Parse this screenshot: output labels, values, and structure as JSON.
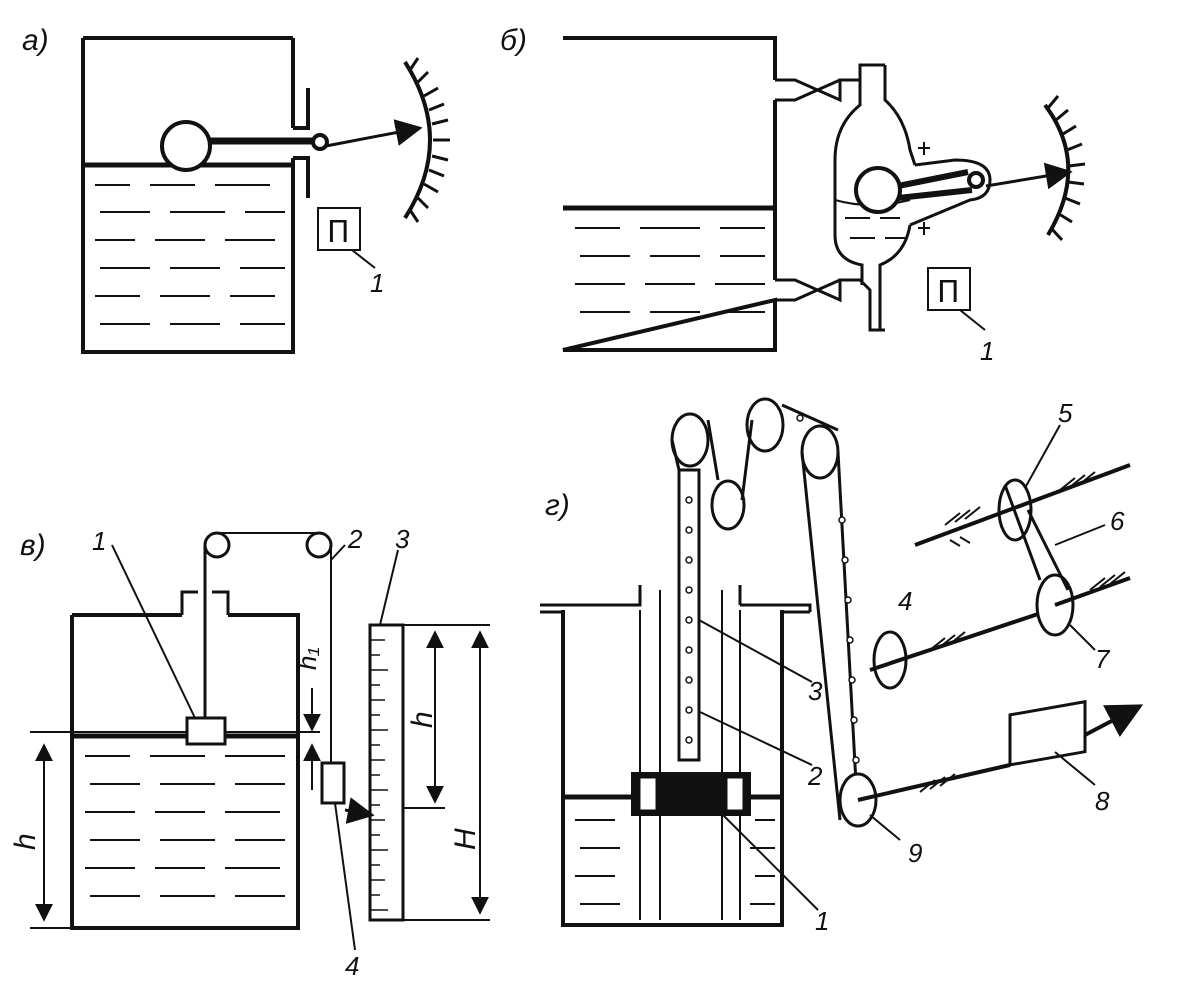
{
  "figure": {
    "panels": [
      {
        "id": "a",
        "label": "а)",
        "callouts": [
          "1"
        ],
        "box_symbol": "П"
      },
      {
        "id": "b",
        "label": "б)",
        "callouts": [
          "1"
        ],
        "box_symbol": "П"
      },
      {
        "id": "v",
        "label": "в)",
        "callouts": [
          "1",
          "2",
          "3",
          "4"
        ],
        "dims": [
          "h₁",
          "h",
          "H",
          "h"
        ]
      },
      {
        "id": "g",
        "label": "г)",
        "callouts": [
          "1",
          "2",
          "3",
          "4",
          "5",
          "6",
          "7",
          "8",
          "9"
        ]
      }
    ]
  }
}
